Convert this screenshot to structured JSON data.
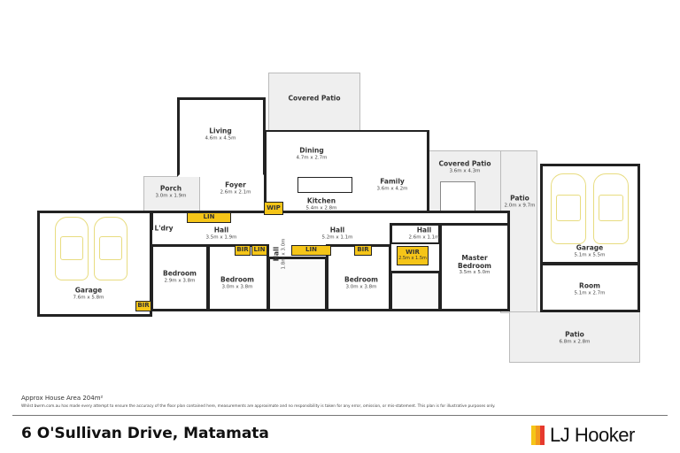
{
  "rooms": {
    "covered_patio_top": {
      "name": "Covered Patio",
      "dims": ""
    },
    "living": {
      "name": "Living",
      "dims": "4.6m x 4.5m"
    },
    "dining": {
      "name": "Dining",
      "dims": "4.7m x 2.7m"
    },
    "family": {
      "name": "Family",
      "dims": "3.6m x 4.2m"
    },
    "covered_patio_right": {
      "name": "Covered Patio",
      "dims": "3.6m x 4.3m"
    },
    "patio_side": {
      "name": "Patio",
      "dims": "2.0m x 9.7m"
    },
    "garage_right": {
      "name": "Garage",
      "dims": "5.1m x 5.5m"
    },
    "room": {
      "name": "Room",
      "dims": "5.1m x 2.7m"
    },
    "patio_bottom": {
      "name": "Patio",
      "dims": "6.8m x 2.8m"
    },
    "porch": {
      "name": "Porch",
      "dims": "3.0m x 1.9m"
    },
    "foyer": {
      "name": "Foyer",
      "dims": "2.6m x 2.1m"
    },
    "kitchen": {
      "name": "Kitchen",
      "dims": "5.4m x 2.8m"
    },
    "laundry": {
      "name": "L'dry",
      "dims": ""
    },
    "hall_1": {
      "name": "Hall",
      "dims": "3.5m x 1.9m"
    },
    "hall_2": {
      "name": "Hall",
      "dims": "5.2m x 1.1m"
    },
    "hall_3": {
      "name": "Hall",
      "dims": "2.6m x 1.1m"
    },
    "hall_vertical": {
      "name": "Hall",
      "dims": "1.8m x 3.0m"
    },
    "garage_left": {
      "name": "Garage",
      "dims": "7.6m x 5.8m"
    },
    "bedroom_1": {
      "name": "Bedroom",
      "dims": "2.9m x 3.8m"
    },
    "bedroom_2": {
      "name": "Bedroom",
      "dims": "3.0m x 3.8m"
    },
    "bedroom_3": {
      "name": "Bedroom",
      "dims": "3.0m x 3.8m"
    },
    "master_bedroom": {
      "name": "Master Bedroom",
      "dims": "3.5m x 5.0m"
    }
  },
  "storage_tags": {
    "lin_1": "LIN",
    "wip": "WIP",
    "bir_1": "BIR",
    "lin_2": "LIN",
    "lin_3": "LIN",
    "bir_2": "BIR",
    "bir_3": "BIR",
    "wir": {
      "name": "WIR",
      "dims": "2.5m x 1.5m"
    }
  },
  "footer": {
    "area": "Approx House Area 204m²",
    "disclaimer": "Whilst bwrm.com.au has made every attempt to ensure the accuracy of the floor plan contained here, measurements are approximate and no responsibility is taken for any error, omission, or mis-statement. This plan is for illustrative purposes only.",
    "address": "6 O'Sullivan Drive, Matamata",
    "brand": "LJ Hooker",
    "brand_colors": [
      "#f5c518",
      "#f39a1e",
      "#e63a2e"
    ]
  },
  "colors": {
    "storage": "#f5c518",
    "wall": "#222222",
    "outdoor": "#efefef"
  }
}
